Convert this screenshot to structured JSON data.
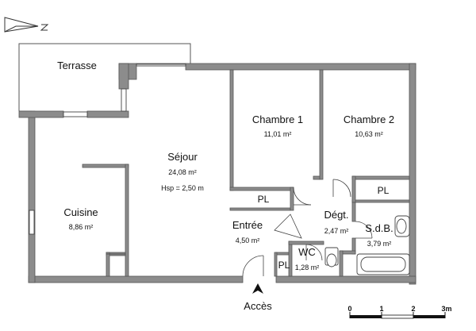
{
  "rooms": {
    "terrasse": {
      "name": "Terrasse"
    },
    "chambre1": {
      "name": "Chambre 1",
      "area": "11,01 m²"
    },
    "chambre2": {
      "name": "Chambre 2",
      "area": "10,63 m²"
    },
    "sejour": {
      "name": "Séjour",
      "area": "24,08 m²",
      "height": "Hsp = 2,50 m"
    },
    "cuisine": {
      "name": "Cuisine",
      "area": "8,86 m²"
    },
    "entree": {
      "name": "Entrée",
      "area": "4,50 m²"
    },
    "degt": {
      "name": "Dégt.",
      "area": "2,47 m²"
    },
    "sdb": {
      "name": "S.d.B.",
      "area": "3,79 m²"
    },
    "wc": {
      "name": "WC",
      "area": "1,28 m²"
    }
  },
  "closets": {
    "pl1": "PL",
    "pl2": "PL",
    "pl3": "PL"
  },
  "access": {
    "label": "Accès"
  },
  "scale": {
    "ticks": [
      "0",
      "1",
      "2",
      "3m"
    ]
  },
  "colors": {
    "wall": "#8c8c8c",
    "line": "#555555"
  },
  "compass": {
    "icon": "north-arrow-icon"
  }
}
